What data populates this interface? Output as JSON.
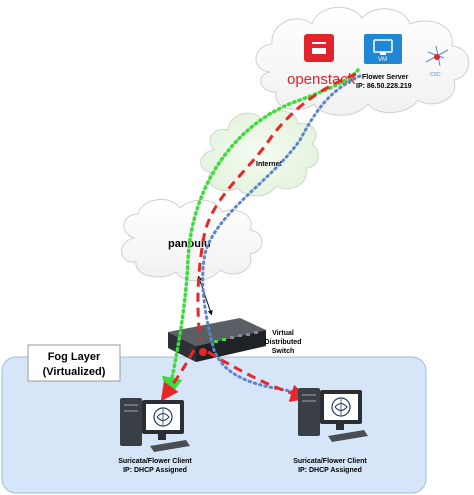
{
  "cloud_top": {
    "openstack_logo": "openstack",
    "vm_label": "VM",
    "csc_logo": "CSC",
    "server_name": "Flower Server",
    "server_ip": "IP: 86.50.228.219"
  },
  "internet_label": "Internet",
  "panoulu_label": "panoulu",
  "switch_label_lines": [
    "Virtual",
    "Distributed",
    "Switch"
  ],
  "fog_layer_lines": [
    "Fog Layer",
    "(Virtualized)"
  ],
  "client_left_lines": [
    "Suricata/Flower Client",
    "IP: DHCP Assigned"
  ],
  "client_right_lines": [
    "Suricata/Flower Client",
    "IP: DHCP Assigned"
  ],
  "colors": {
    "red": "#e8272b",
    "green": "#3ddc3a",
    "blue": "#5b86c9",
    "fog_fill": "#d6e6f8",
    "fog_stroke": "#9bbde3",
    "vm_blue": "#1e88d6",
    "openstack_red": "#e2232a"
  }
}
